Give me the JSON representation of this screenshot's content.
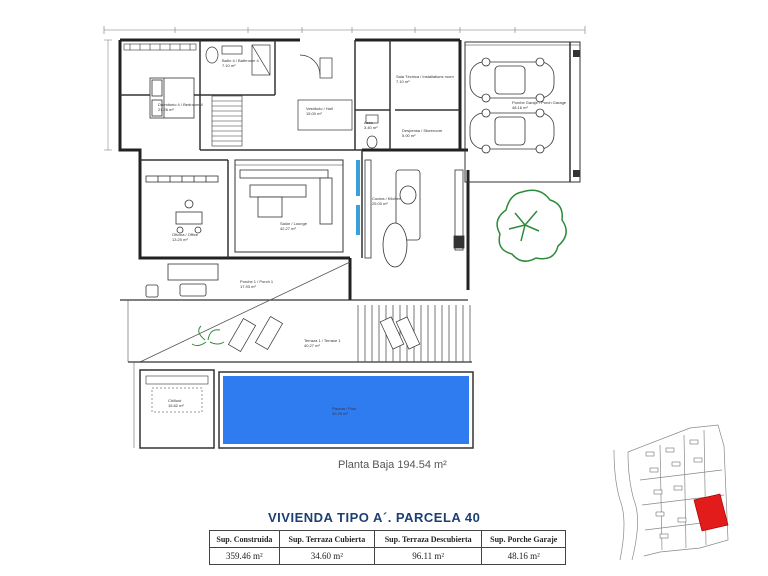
{
  "plan": {
    "floor_caption": "Planta Baja 194.54 m²",
    "rooms": {
      "bath": "Baño 4 / Bathroom 4\n7.10 m²",
      "dorm": "Dormitorio 4 / Bedroom 4\n21.26 m²",
      "hall": "Vestíbulo / Hall\n15.00 m²",
      "aseo": "Aseo\n3.40 m²",
      "tech": "Sala Técnica / Installations room\n7.10 m²",
      "garage": "Porche Garaje / Porch Garage\n48.16 m²",
      "pantry": "Despensa / Storeroom\n5.00 m²",
      "office": "Oficina / Office\n13.20 m²",
      "lounge": "Salón / Lounge\n42.27 m²",
      "kitchen": "Cocina / Kitchen\n25.00 m²",
      "porch": "Porche 1 / Porch 1\n17.93 m²",
      "terrace": "Terraza 1 / Terrace 1\n40.27 m²",
      "chillout": "Chillout\n15.82 m²",
      "pool": "Piscina / Pool\n40.29 m²"
    }
  },
  "title": "VIVIENDA TIPO A´. PARCELA 40",
  "summary_table": {
    "headers": [
      "Sup. Construida",
      "Sup. Terraza Cubierta",
      "Sup. Terraza Descubierta",
      "Sup. Porche Garaje"
    ],
    "values": [
      "359.46 m²",
      "34.60 m²",
      "96.11 m²",
      "48.16 m²"
    ]
  },
  "colors": {
    "pool": "#2f7cf0",
    "title": "#1d3f73",
    "highlight_parcel": "#e21b1b",
    "tree": "#2e8b3a",
    "furniture_accent": "#3aa0d8"
  }
}
